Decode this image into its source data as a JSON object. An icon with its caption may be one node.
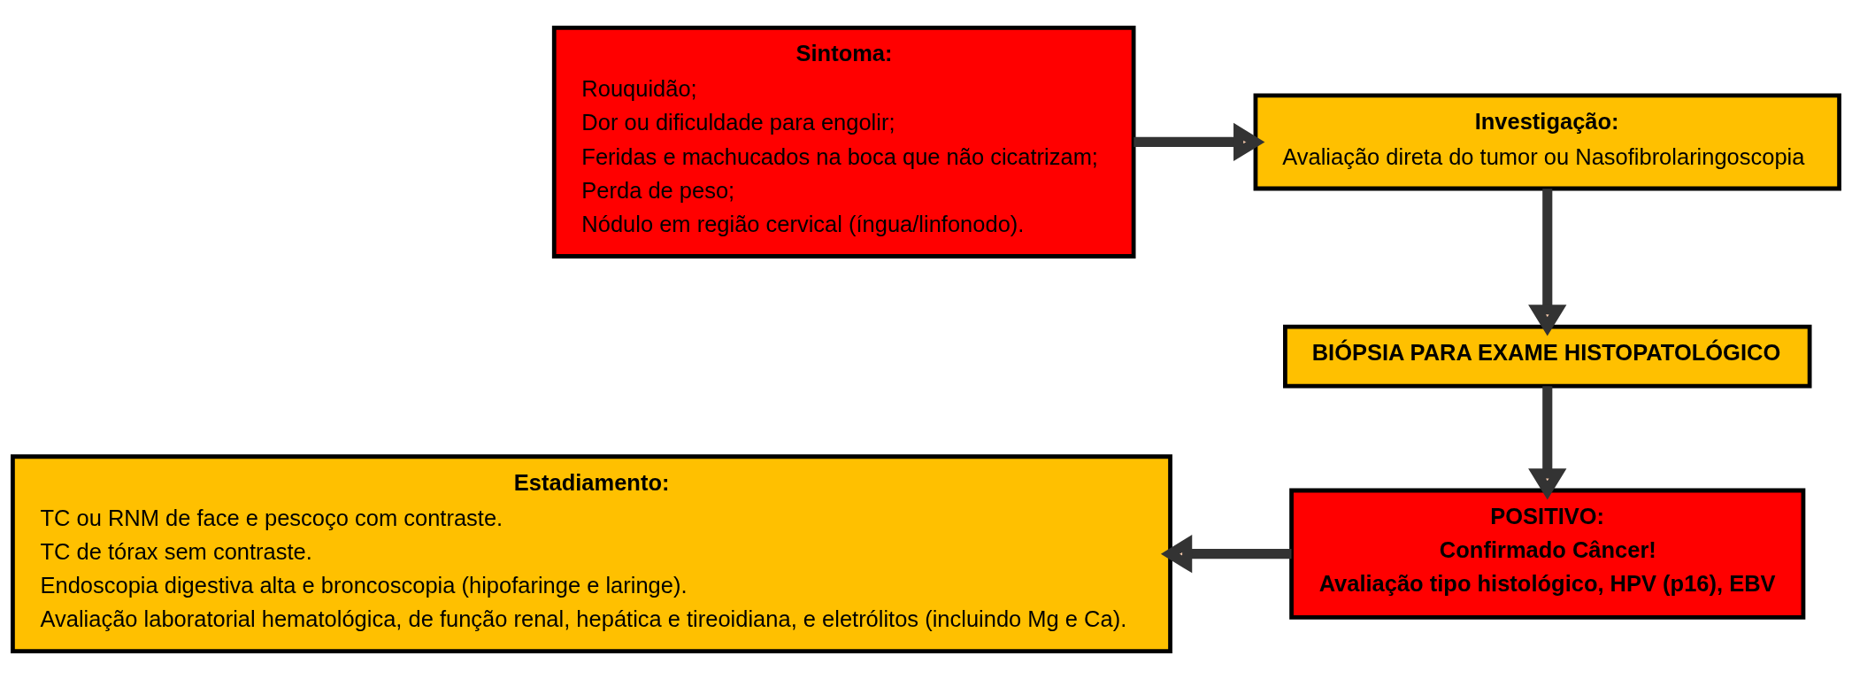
{
  "diagram": {
    "nodes": [
      {
        "text": [
          "Sintoma:",
          "Rouquidão;",
          "Dor ou dificuldade para engolir;",
          "Feridas e machucados na boca que não cicatrizam;",
          "Perda de peso;",
          "Nódulo em região cervical (íngua/linfonodo)."
        ]
      },
      {
        "text": [
          "Investigação:",
          "Avaliação direta do tumor ou Nasofibrolaringoscopia"
        ]
      },
      {
        "text": [
          "BIÓPSIA PARA EXAME HISTOPATOLÓGICO"
        ]
      },
      {
        "text": [
          "POSITIVO:",
          "Confirmado Câncer!",
          "Avaliação tipo histológico, HPV (p16), EBV"
        ]
      },
      {
        "text": [
          "Estadiamento:",
          "TC ou RNM de face e pescoço com contraste.",
          "TC de tórax sem contraste.",
          "Endoscopia digestiva alta e broncoscopia (hipofaringe e laringe).",
          "Avaliação laboratorial hematológica, de função renal, hepática e tireoidiana, e eletrólitos (incluindo Mg e Ca)."
        ]
      }
    ],
    "edges": [
      {
        "from": 0,
        "to": 1,
        "arrow": "to"
      },
      {
        "from": 1,
        "to": 2,
        "arrow": "to"
      },
      {
        "from": 2,
        "to": 3,
        "arrow": "to"
      },
      {
        "from": 3,
        "to": 4,
        "arrow": "to"
      }
    ]
  }
}
